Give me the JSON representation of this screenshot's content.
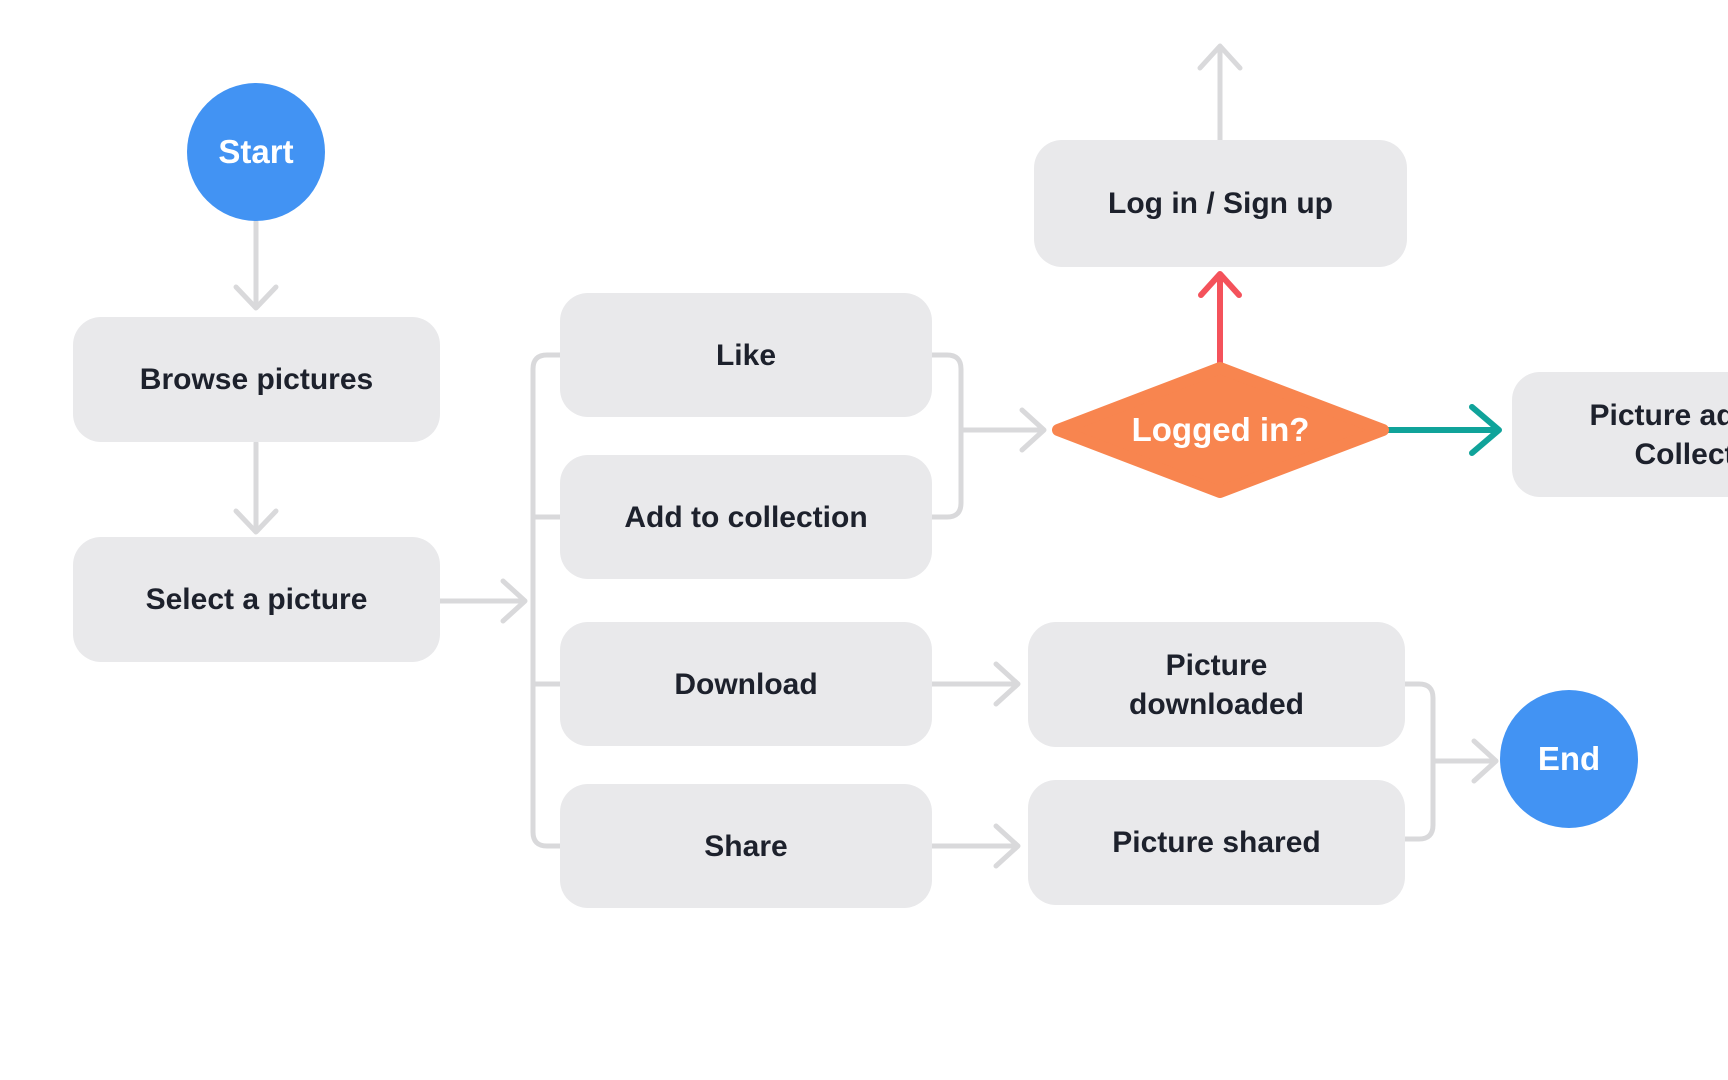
{
  "palette": {
    "terminator_blue": "#4293F3",
    "decision_orange": "#F8854F",
    "process_fill": "#E9E9EB",
    "edge_gray": "#D9D9DB",
    "edge_red": "#F4525B",
    "edge_teal": "#10A39A",
    "text_dark": "#1D212C",
    "text_light": "#FFFFFF"
  },
  "nodes": {
    "start": {
      "label": "Start",
      "shape": "circle"
    },
    "browse_pictures": {
      "label": "Browse pictures",
      "shape": "rounded-rect"
    },
    "select_a_picture": {
      "label": "Select a picture",
      "shape": "rounded-rect"
    },
    "like": {
      "label": "Like",
      "shape": "rounded-rect"
    },
    "add_to_collection": {
      "label": "Add to collection",
      "shape": "rounded-rect"
    },
    "download": {
      "label": "Download",
      "shape": "rounded-rect"
    },
    "share": {
      "label": "Share",
      "shape": "rounded-rect"
    },
    "logged_in": {
      "label": "Logged in?",
      "shape": "diamond"
    },
    "login_signup": {
      "label": "Log in / Sign up",
      "shape": "rounded-rect"
    },
    "picture_added": {
      "label": "Picture added to Collection",
      "shape": "rounded-rect",
      "visible_text_fragments": [
        "Picture ad",
        "Collect"
      ]
    },
    "picture_downloaded": {
      "label": "Picture downloaded",
      "shape": "rounded-rect"
    },
    "picture_shared": {
      "label": "Picture shared",
      "shape": "rounded-rect"
    },
    "end": {
      "label": "End",
      "shape": "circle"
    }
  },
  "edges": [
    {
      "from": "start",
      "to": "browse_pictures",
      "color": "#D9D9DB"
    },
    {
      "from": "browse_pictures",
      "to": "select_a_picture",
      "color": "#D9D9DB"
    },
    {
      "from": "select_a_picture",
      "to": [
        "like",
        "add_to_collection",
        "download",
        "share"
      ],
      "color": "#D9D9DB"
    },
    {
      "from": [
        "like",
        "add_to_collection"
      ],
      "to": "logged_in",
      "color": "#D9D9DB"
    },
    {
      "from": "logged_in",
      "to": "login_signup",
      "color": "#F4525B"
    },
    {
      "from": "login_signup",
      "to": "offscreen_top",
      "color": "#D9D9DB"
    },
    {
      "from": "logged_in",
      "to": "picture_added",
      "color": "#10A39A"
    },
    {
      "from": "download",
      "to": "picture_downloaded",
      "color": "#D9D9DB"
    },
    {
      "from": "share",
      "to": "picture_shared",
      "color": "#D9D9DB"
    },
    {
      "from": [
        "picture_downloaded",
        "picture_shared"
      ],
      "to": "end",
      "color": "#D9D9DB"
    }
  ]
}
